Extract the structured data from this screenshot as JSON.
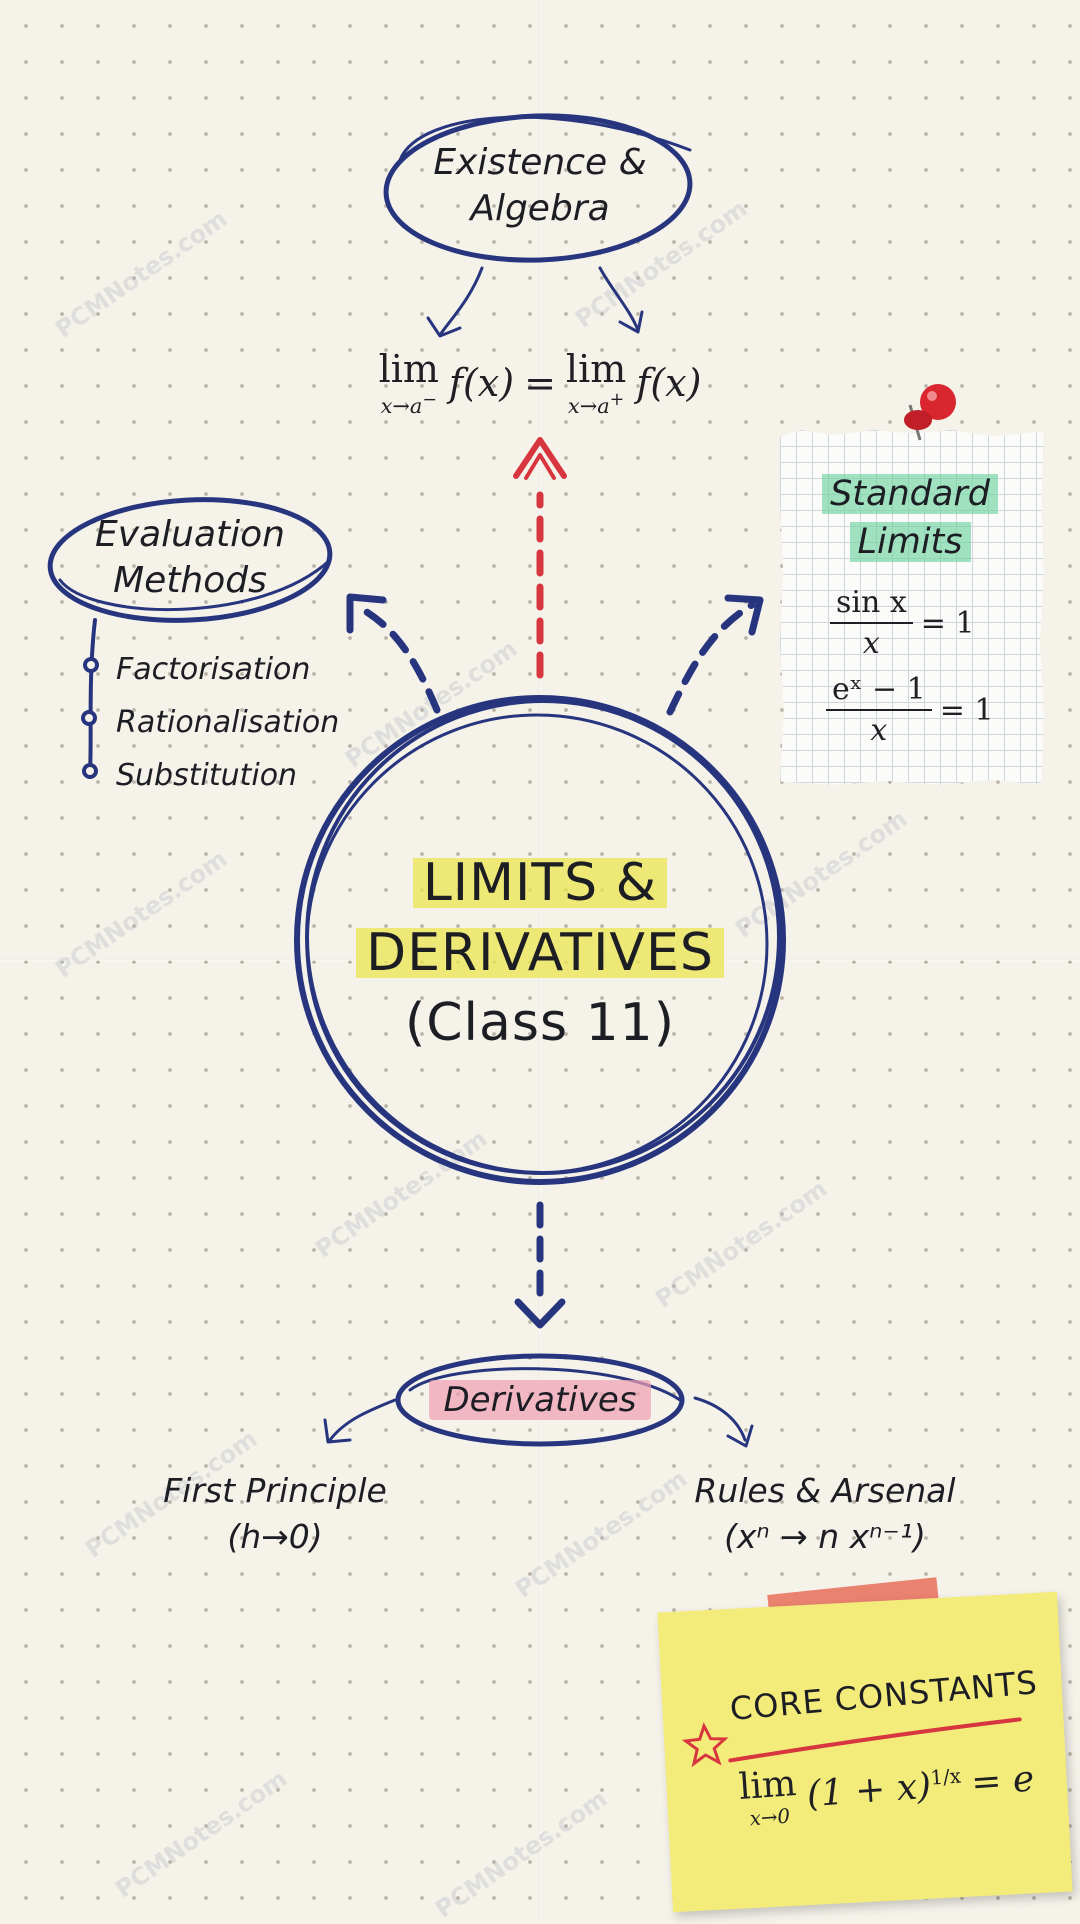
{
  "center": {
    "line1": "LIMITS &",
    "line2": "DERIVATIVES",
    "line3": "(Class 11)"
  },
  "existence": {
    "title_line1": "Existence &",
    "title_line2": "Algebra",
    "formula": {
      "lim": "lim",
      "left_sub_base": "x→a",
      "left_sub_sup": "−",
      "func": "f(x)",
      "eq": "=",
      "right_sub_base": "x→a",
      "right_sub_sup": "+"
    }
  },
  "evaluation": {
    "title_line1": "Evaluation",
    "title_line2": "Methods",
    "items": [
      "Factorisation",
      "Rationalisation",
      "Substitution"
    ]
  },
  "standard_limits": {
    "title_line1": "Standard",
    "title_line2": "Limits",
    "f1_num": "sin x",
    "f1_den": "x",
    "f1_eq": "= 1",
    "f2_num": "eˣ − 1",
    "f2_den": "x",
    "f2_eq": "= 1"
  },
  "derivatives": {
    "title": "Derivatives",
    "left_line1": "First Principle",
    "left_line2": "(h→0)",
    "right_line1": "Rules & Arsenal",
    "right_line2": "(xⁿ → n xⁿ⁻¹)"
  },
  "core_constants": {
    "title": "CORE CONSTANTS",
    "lim": "lim",
    "sub": "x→0",
    "body": "(1 + x)",
    "exp": "1/x",
    "eq": "= e"
  },
  "watermark_text": "PCMNotes.com",
  "colors": {
    "ink_blue": "#27357e",
    "red": "#d8363f",
    "highlight_yellow": "#ece650",
    "highlight_green": "#6ed2a0",
    "highlight_pink": "#f0a0b4",
    "sticky_yellow": "#f4ec7a"
  }
}
